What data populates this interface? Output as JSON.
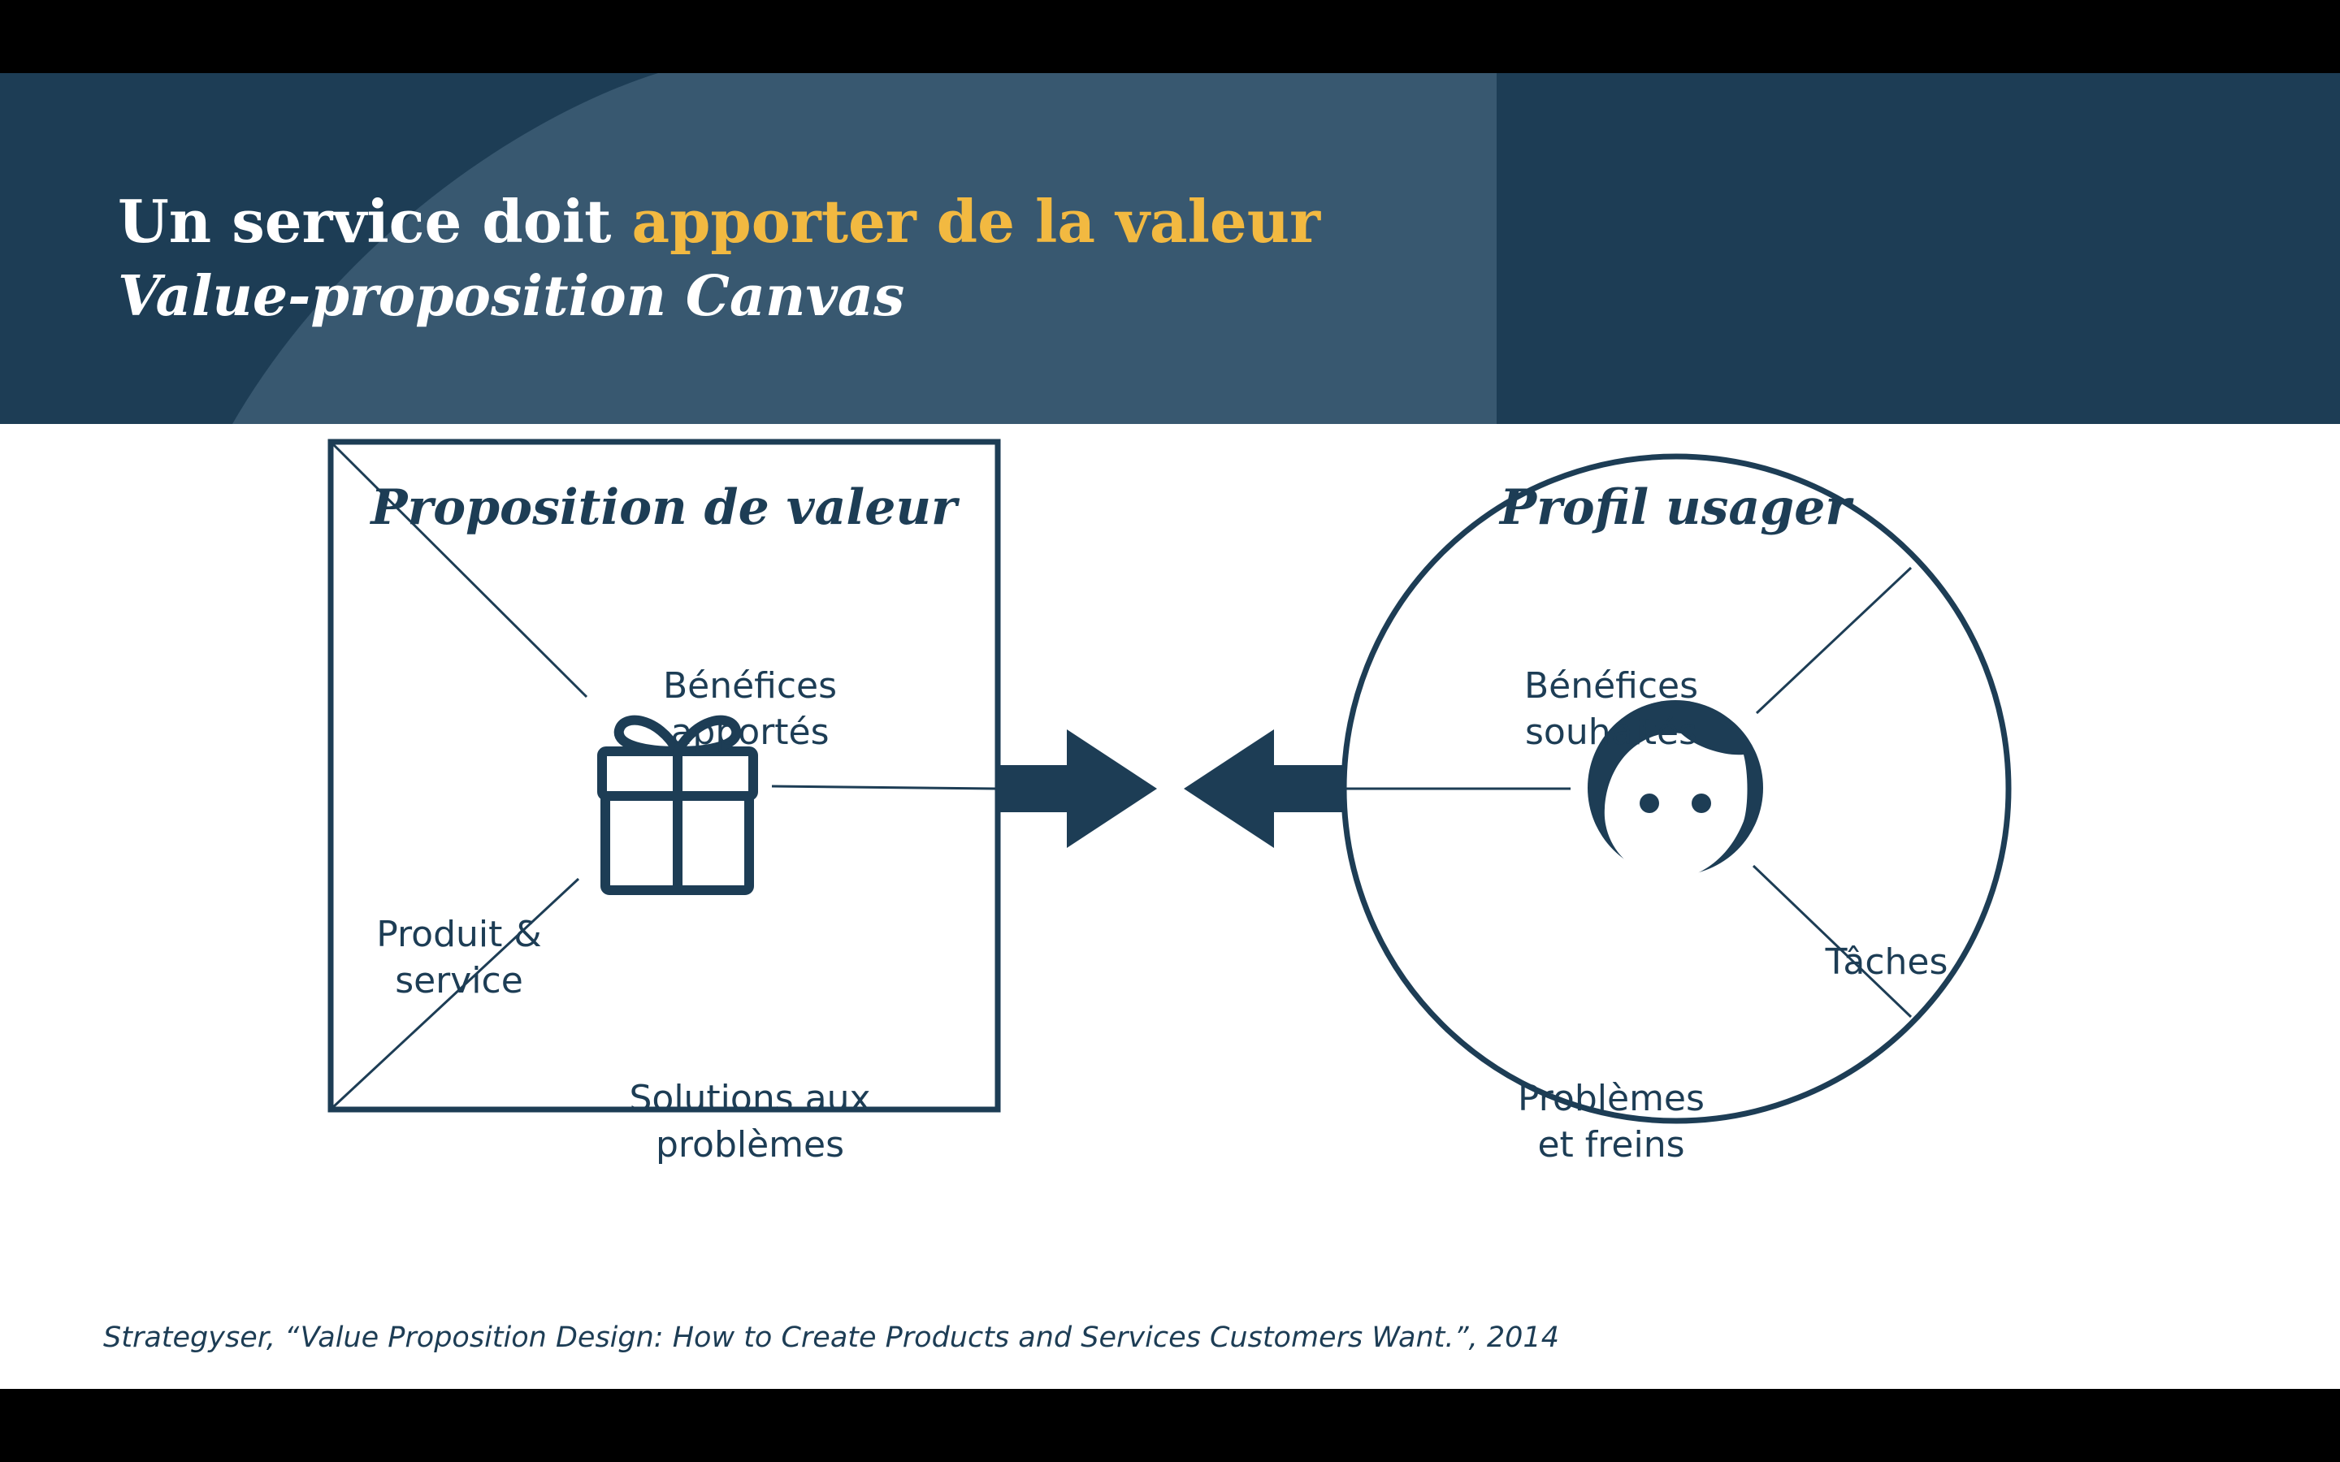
{
  "header": {
    "title_prefix": "Un service doit ",
    "title_highlight": "apporter de la valeur",
    "subtitle": "Value-proposition Canvas",
    "highlight_color": "#f2b941",
    "background_color": "#1d3d55"
  },
  "value_proposition": {
    "title": "Proposition de valeur",
    "benefits": [
      "Bénéfices",
      "apportés"
    ],
    "product": [
      "Produit &",
      "service"
    ],
    "solutions": [
      "Solutions aux",
      "problèmes"
    ],
    "icon": "gift-icon"
  },
  "user_profile": {
    "title": "Profil usager",
    "gains": [
      "Bénéfices",
      "souhaités"
    ],
    "jobs": "Tâches",
    "pains": [
      "Problèmes",
      "et freins"
    ],
    "icon": "face-icon"
  },
  "citation": {
    "text": "Strategyser, “Value Proposition Design: How to Create Products and Services Customers Want.”, 2014"
  }
}
